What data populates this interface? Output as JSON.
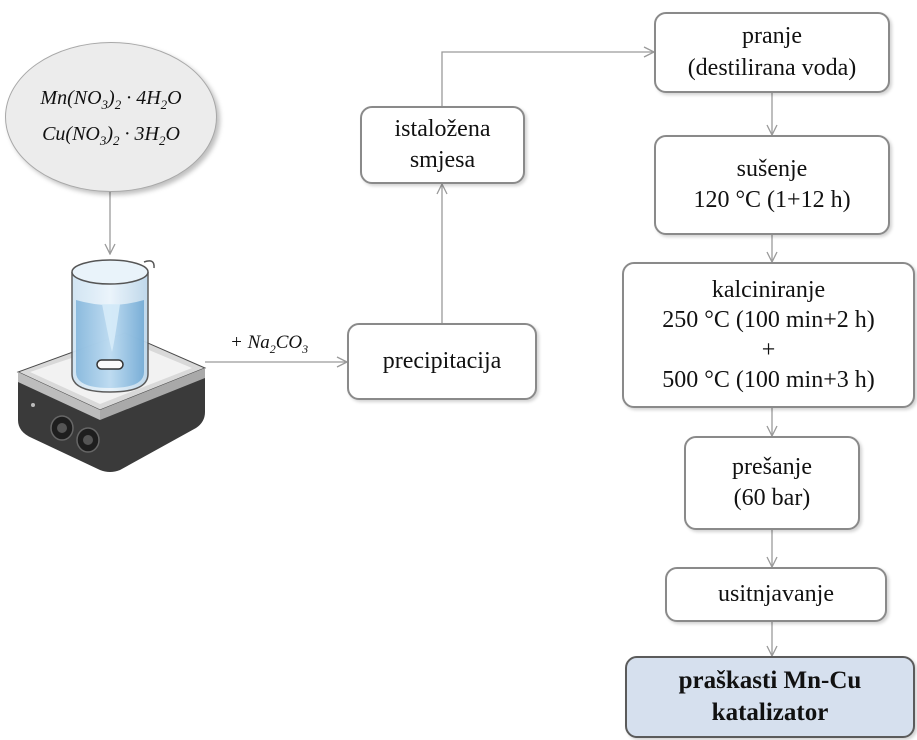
{
  "reagents": {
    "line1": {
      "a": "Mn(NO",
      "b": "3",
      "c": ")",
      "d": "2",
      "e": " · 4H",
      "f": "2",
      "g": "O"
    },
    "line2": {
      "a": "Cu(NO",
      "b": "3",
      "c": ")",
      "d": "2",
      "e": " · 3H",
      "f": "2",
      "g": "O"
    }
  },
  "additive": {
    "prefix": "+ Na",
    "sub1": "2",
    "mid": "CO",
    "sub2": "3"
  },
  "steps": {
    "precipitacija": "precipitacija",
    "istalozena": [
      "istaložena",
      "smjesa"
    ],
    "pranje": [
      "pranje",
      "(destilirana voda)"
    ],
    "susenje": [
      "sušenje",
      "120 °C (1+12 h)"
    ],
    "kalciniranje": [
      "kalciniranje",
      "250 °C (100 min+2  h)",
      "+",
      "500 °C (100 min+3  h)"
    ],
    "presanje": [
      "prešanje",
      "(60 bar)"
    ],
    "usitnjavanje": "usitnjavanje",
    "final": [
      "praškasti Mn-Cu",
      "katalizator"
    ]
  },
  "colors": {
    "final_fill": "#d6e0ee",
    "box_border": "#8a8a8a",
    "arrow": "#9a9a9a"
  }
}
